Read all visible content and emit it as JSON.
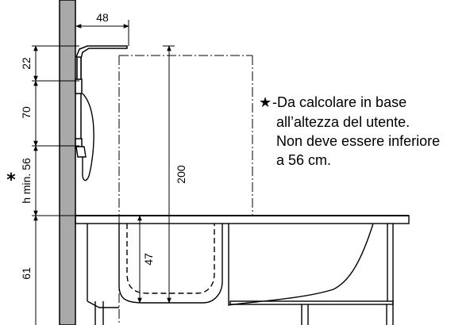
{
  "dimensions": {
    "spout_projection": "48",
    "top_to_head": "22",
    "head_to_mixer": "70",
    "mixer_height": "h min. 56",
    "asterisk": "*",
    "total_height": "200",
    "inner_depth": "47",
    "tub_height": "61"
  },
  "note": {
    "marker": "★",
    "line1": "-Da calcolare in base",
    "line2": "all’altezza del utente.",
    "line3": "Non deve essere inferiore",
    "line4": "a 56 cm."
  },
  "colors": {
    "wall": "#a9a9a9",
    "line": "#000000",
    "background": "#ffffff"
  }
}
